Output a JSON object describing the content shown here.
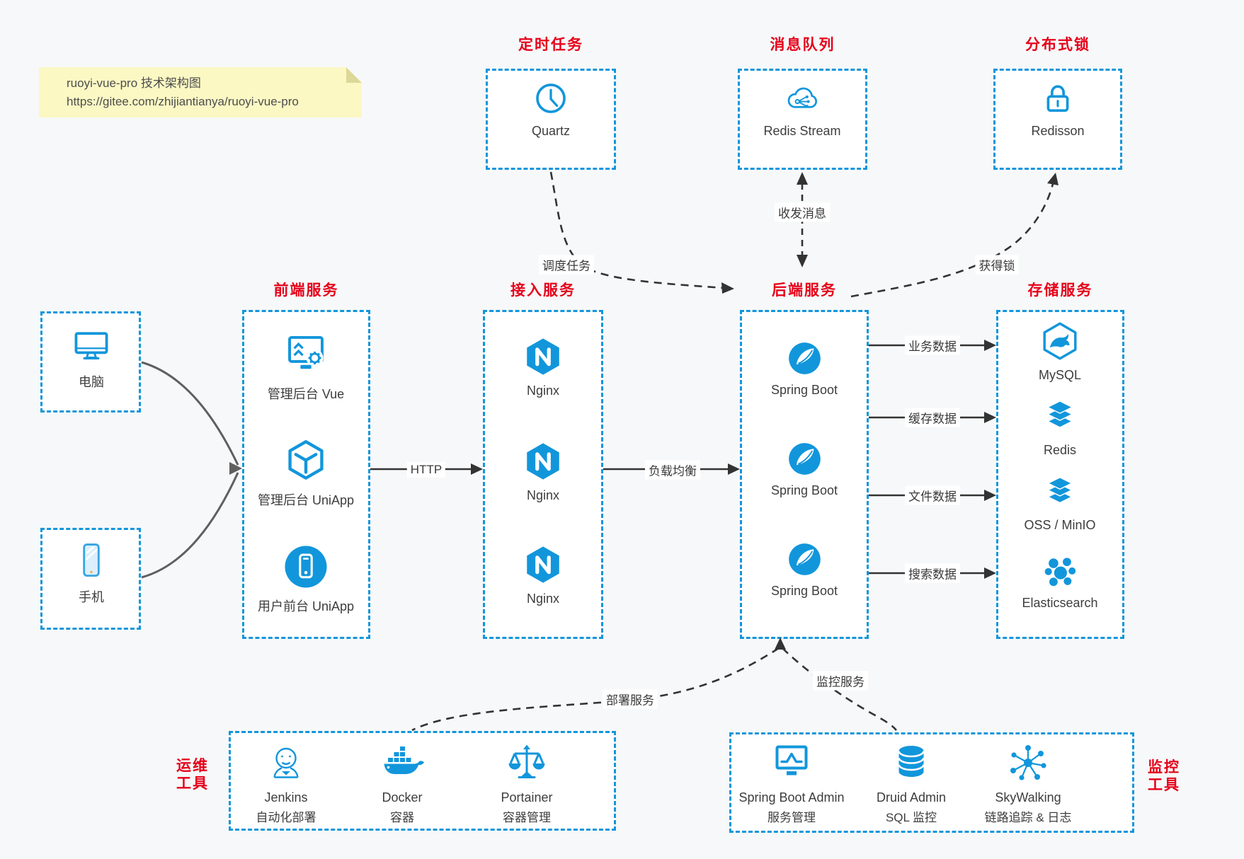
{
  "note": {
    "line1": "ruoyi-vue-pro 技术架构图",
    "line2": "https://gitee.com/zhijiantianya/ruoyi-vue-pro"
  },
  "top_services": [
    {
      "title": "定时任务",
      "label": "Quartz",
      "icon": "clock-icon"
    },
    {
      "title": "消息队列",
      "label": "Redis Stream",
      "icon": "cloud-stream-icon"
    },
    {
      "title": "分布式锁",
      "label": "Redisson",
      "icon": "lock-icon"
    }
  ],
  "clients": [
    {
      "label": "电脑",
      "icon": "desktop-icon"
    },
    {
      "label": "手机",
      "icon": "phone-icon"
    }
  ],
  "frontend": {
    "title": "前端服务",
    "items": [
      {
        "label": "管理后台 Vue",
        "icon": "admin-vue-icon"
      },
      {
        "label": "管理后台 UniApp",
        "icon": "uniapp-cube-icon"
      },
      {
        "label": "用户前台 UniApp",
        "icon": "user-app-icon"
      }
    ]
  },
  "gateway": {
    "title": "接入服务",
    "items": [
      {
        "label": "Nginx",
        "icon": "nginx-icon"
      },
      {
        "label": "Nginx",
        "icon": "nginx-icon"
      },
      {
        "label": "Nginx",
        "icon": "nginx-icon"
      }
    ]
  },
  "backend": {
    "title": "后端服务",
    "items": [
      {
        "label": "Spring Boot",
        "icon": "spring-boot-icon"
      },
      {
        "label": "Spring Boot",
        "icon": "spring-boot-icon"
      },
      {
        "label": "Spring Boot",
        "icon": "spring-boot-icon"
      }
    ]
  },
  "storage": {
    "title": "存储服务",
    "items": [
      {
        "label": "MySQL",
        "icon": "mysql-icon"
      },
      {
        "label": "Redis",
        "icon": "redis-stack-icon"
      },
      {
        "label": "OSS / MinIO",
        "icon": "oss-minio-stack-icon"
      },
      {
        "label": "Elasticsearch",
        "icon": "elasticsearch-icon"
      }
    ]
  },
  "ops": {
    "title": "运维工具",
    "items": [
      {
        "label": "Jenkins",
        "sub": "自动化部署",
        "icon": "jenkins-icon"
      },
      {
        "label": "Docker",
        "sub": "容器",
        "icon": "docker-icon"
      },
      {
        "label": "Portainer",
        "sub": "容器管理",
        "icon": "portainer-icon"
      }
    ]
  },
  "monitor_tools": {
    "title": "监控工具",
    "items": [
      {
        "label": "Spring Boot Admin",
        "sub": "服务管理",
        "icon": "springboot-admin-icon"
      },
      {
        "label": "Druid Admin",
        "sub": "SQL 监控",
        "icon": "druid-icon"
      },
      {
        "label": "SkyWalking",
        "sub": "链路追踪 & 日志",
        "icon": "skywalking-icon"
      }
    ]
  },
  "edges": {
    "http": "HTTP",
    "load_balance": "负载均衡",
    "schedule": "调度任务",
    "message": "收发消息",
    "lock": "获得锁",
    "business_data": "业务数据",
    "cache_data": "缓存数据",
    "file_data": "文件数据",
    "search_data": "搜索数据",
    "deploy": "部署服务",
    "monitor": "监控服务"
  },
  "colors": {
    "blue": "#1296db",
    "red": "#e60019",
    "line": "#333333",
    "client_arrow": "#5f5f5f",
    "note_bg": "#fbf8c4"
  }
}
